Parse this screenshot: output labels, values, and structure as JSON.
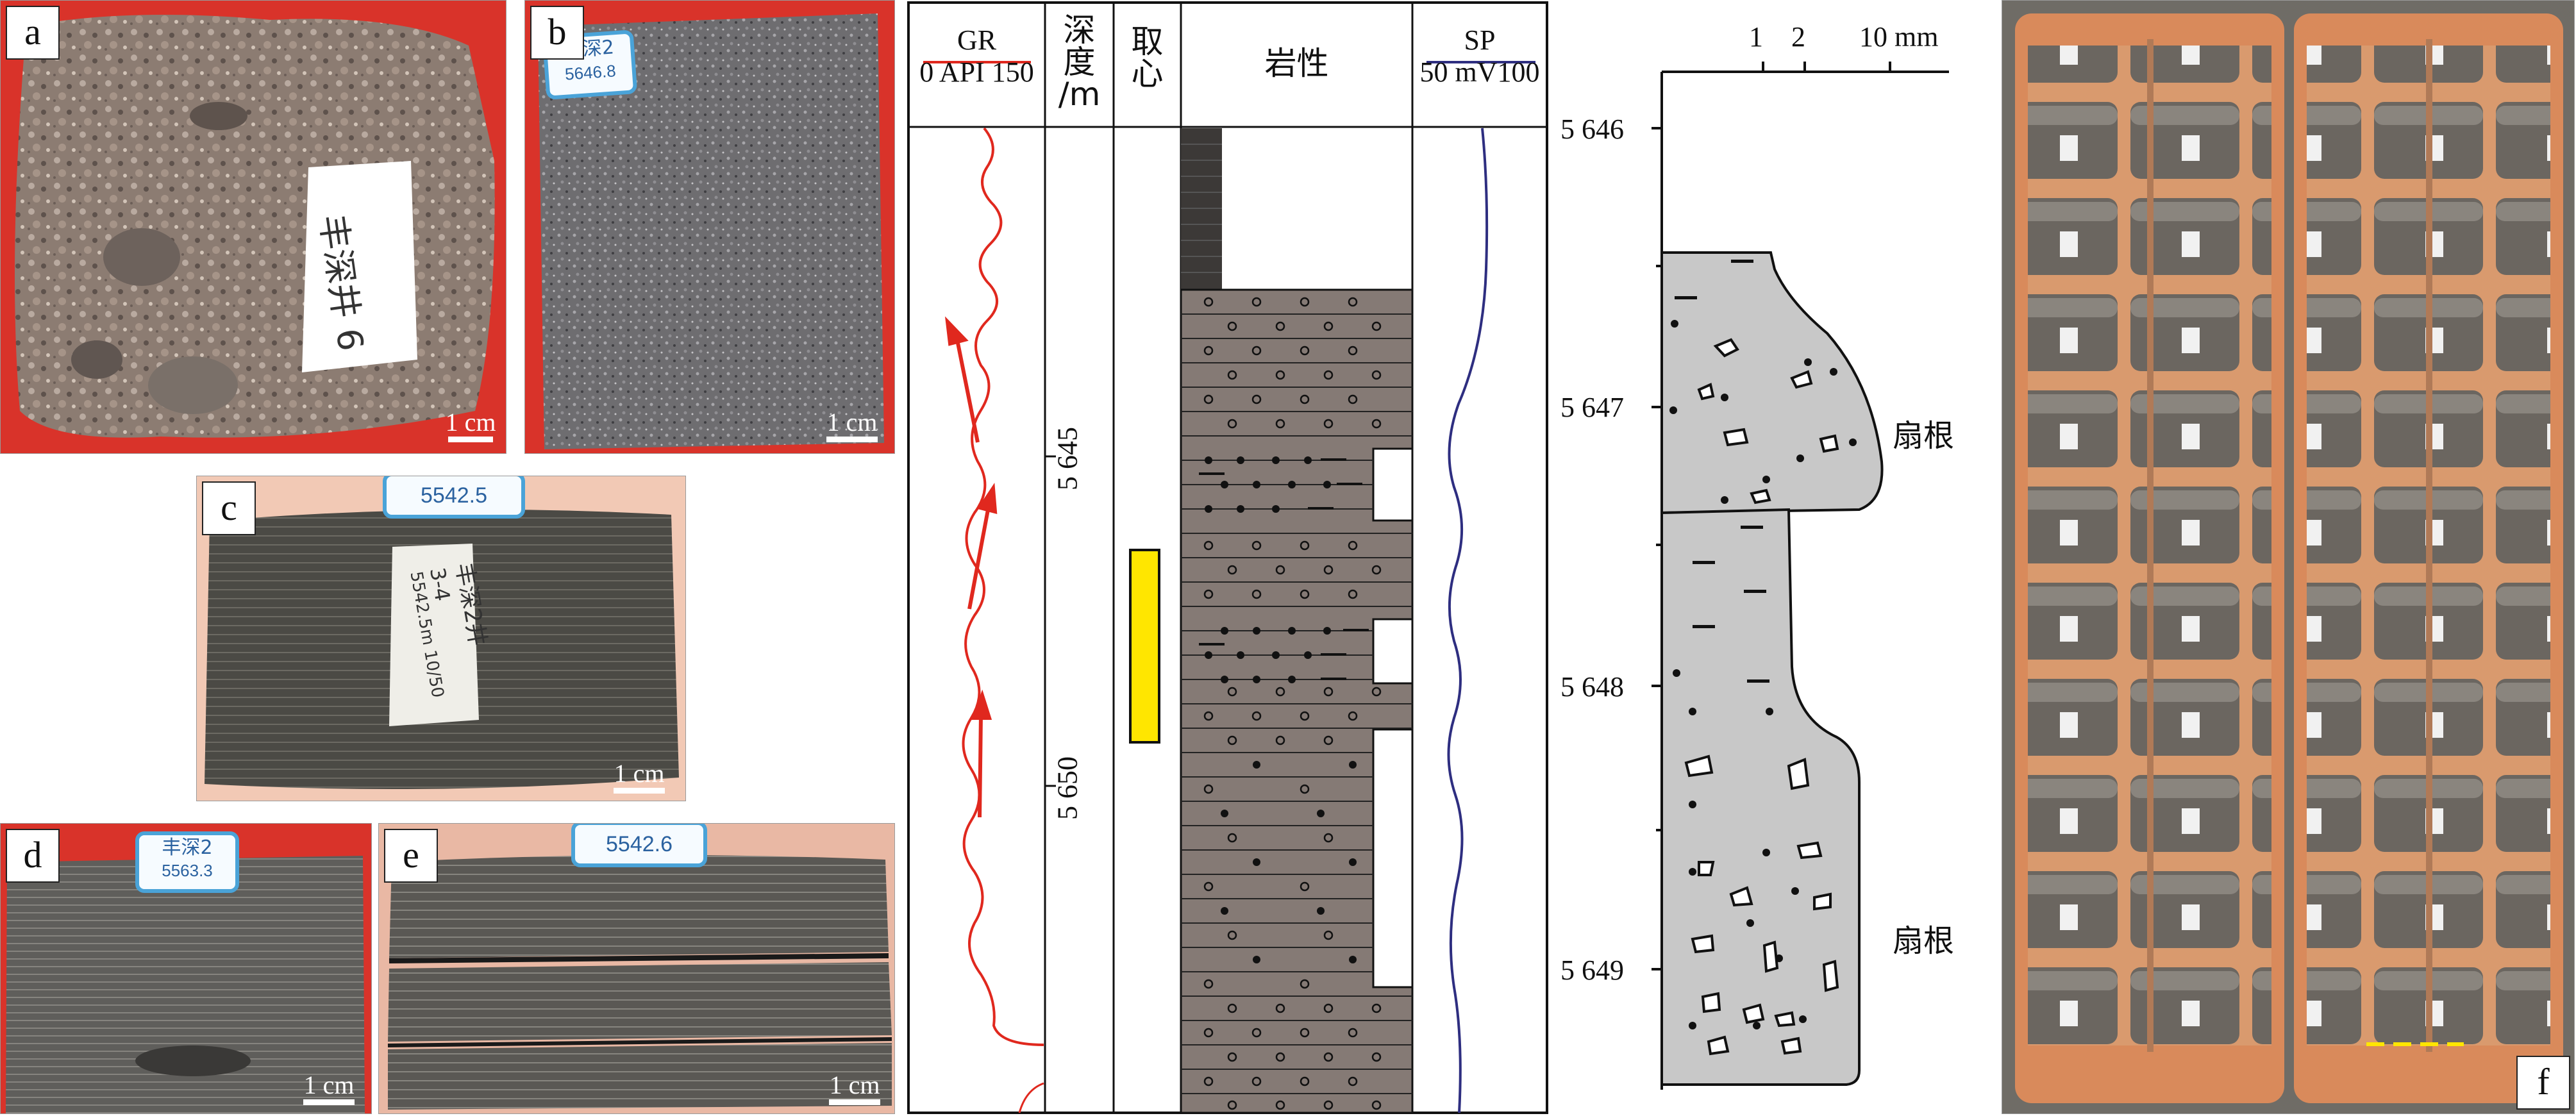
{
  "panels": {
    "a": {
      "letter": "a",
      "scale": "1 cm",
      "label_text": "丰深井 6"
    },
    "b": {
      "letter": "b",
      "scale": "1 cm",
      "tag_line1": "丰深2",
      "tag_line2": "5646.8"
    },
    "c": {
      "letter": "c",
      "scale": "1 cm",
      "tag": "5542.5",
      "label_line1": "丰深2井",
      "label_line2": "3-4",
      "label_line3": "5542.5m 10/50"
    },
    "d": {
      "letter": "d",
      "scale": "1 cm",
      "tag_line1": "丰深2",
      "tag_line2": "5563.3"
    },
    "e": {
      "letter": "e",
      "scale": "1 cm",
      "tag": "5542.6"
    },
    "f": {
      "letter": "f"
    }
  },
  "log": {
    "gr": {
      "name": "GR",
      "min": "0",
      "unit": "API",
      "max": "150",
      "color": "#e0281e"
    },
    "depth": {
      "line1": "深",
      "line2": "度",
      "line3": "/m",
      "tick1": "5 645",
      "tick2": "5 650"
    },
    "core": {
      "line1": "取",
      "line2": "心",
      "color": "#ffe600"
    },
    "lith": {
      "title": "岩性"
    },
    "sp": {
      "name": "SP",
      "min": "50",
      "unit": "mV",
      "max": "100",
      "color": "#2e2e80"
    }
  },
  "section": {
    "scale_ticks": [
      "1",
      "2",
      "10 mm"
    ],
    "depth_ticks": [
      "5 646",
      "5 647",
      "5 648",
      "5 649"
    ],
    "facies": [
      "扇根",
      "扇根"
    ]
  }
}
